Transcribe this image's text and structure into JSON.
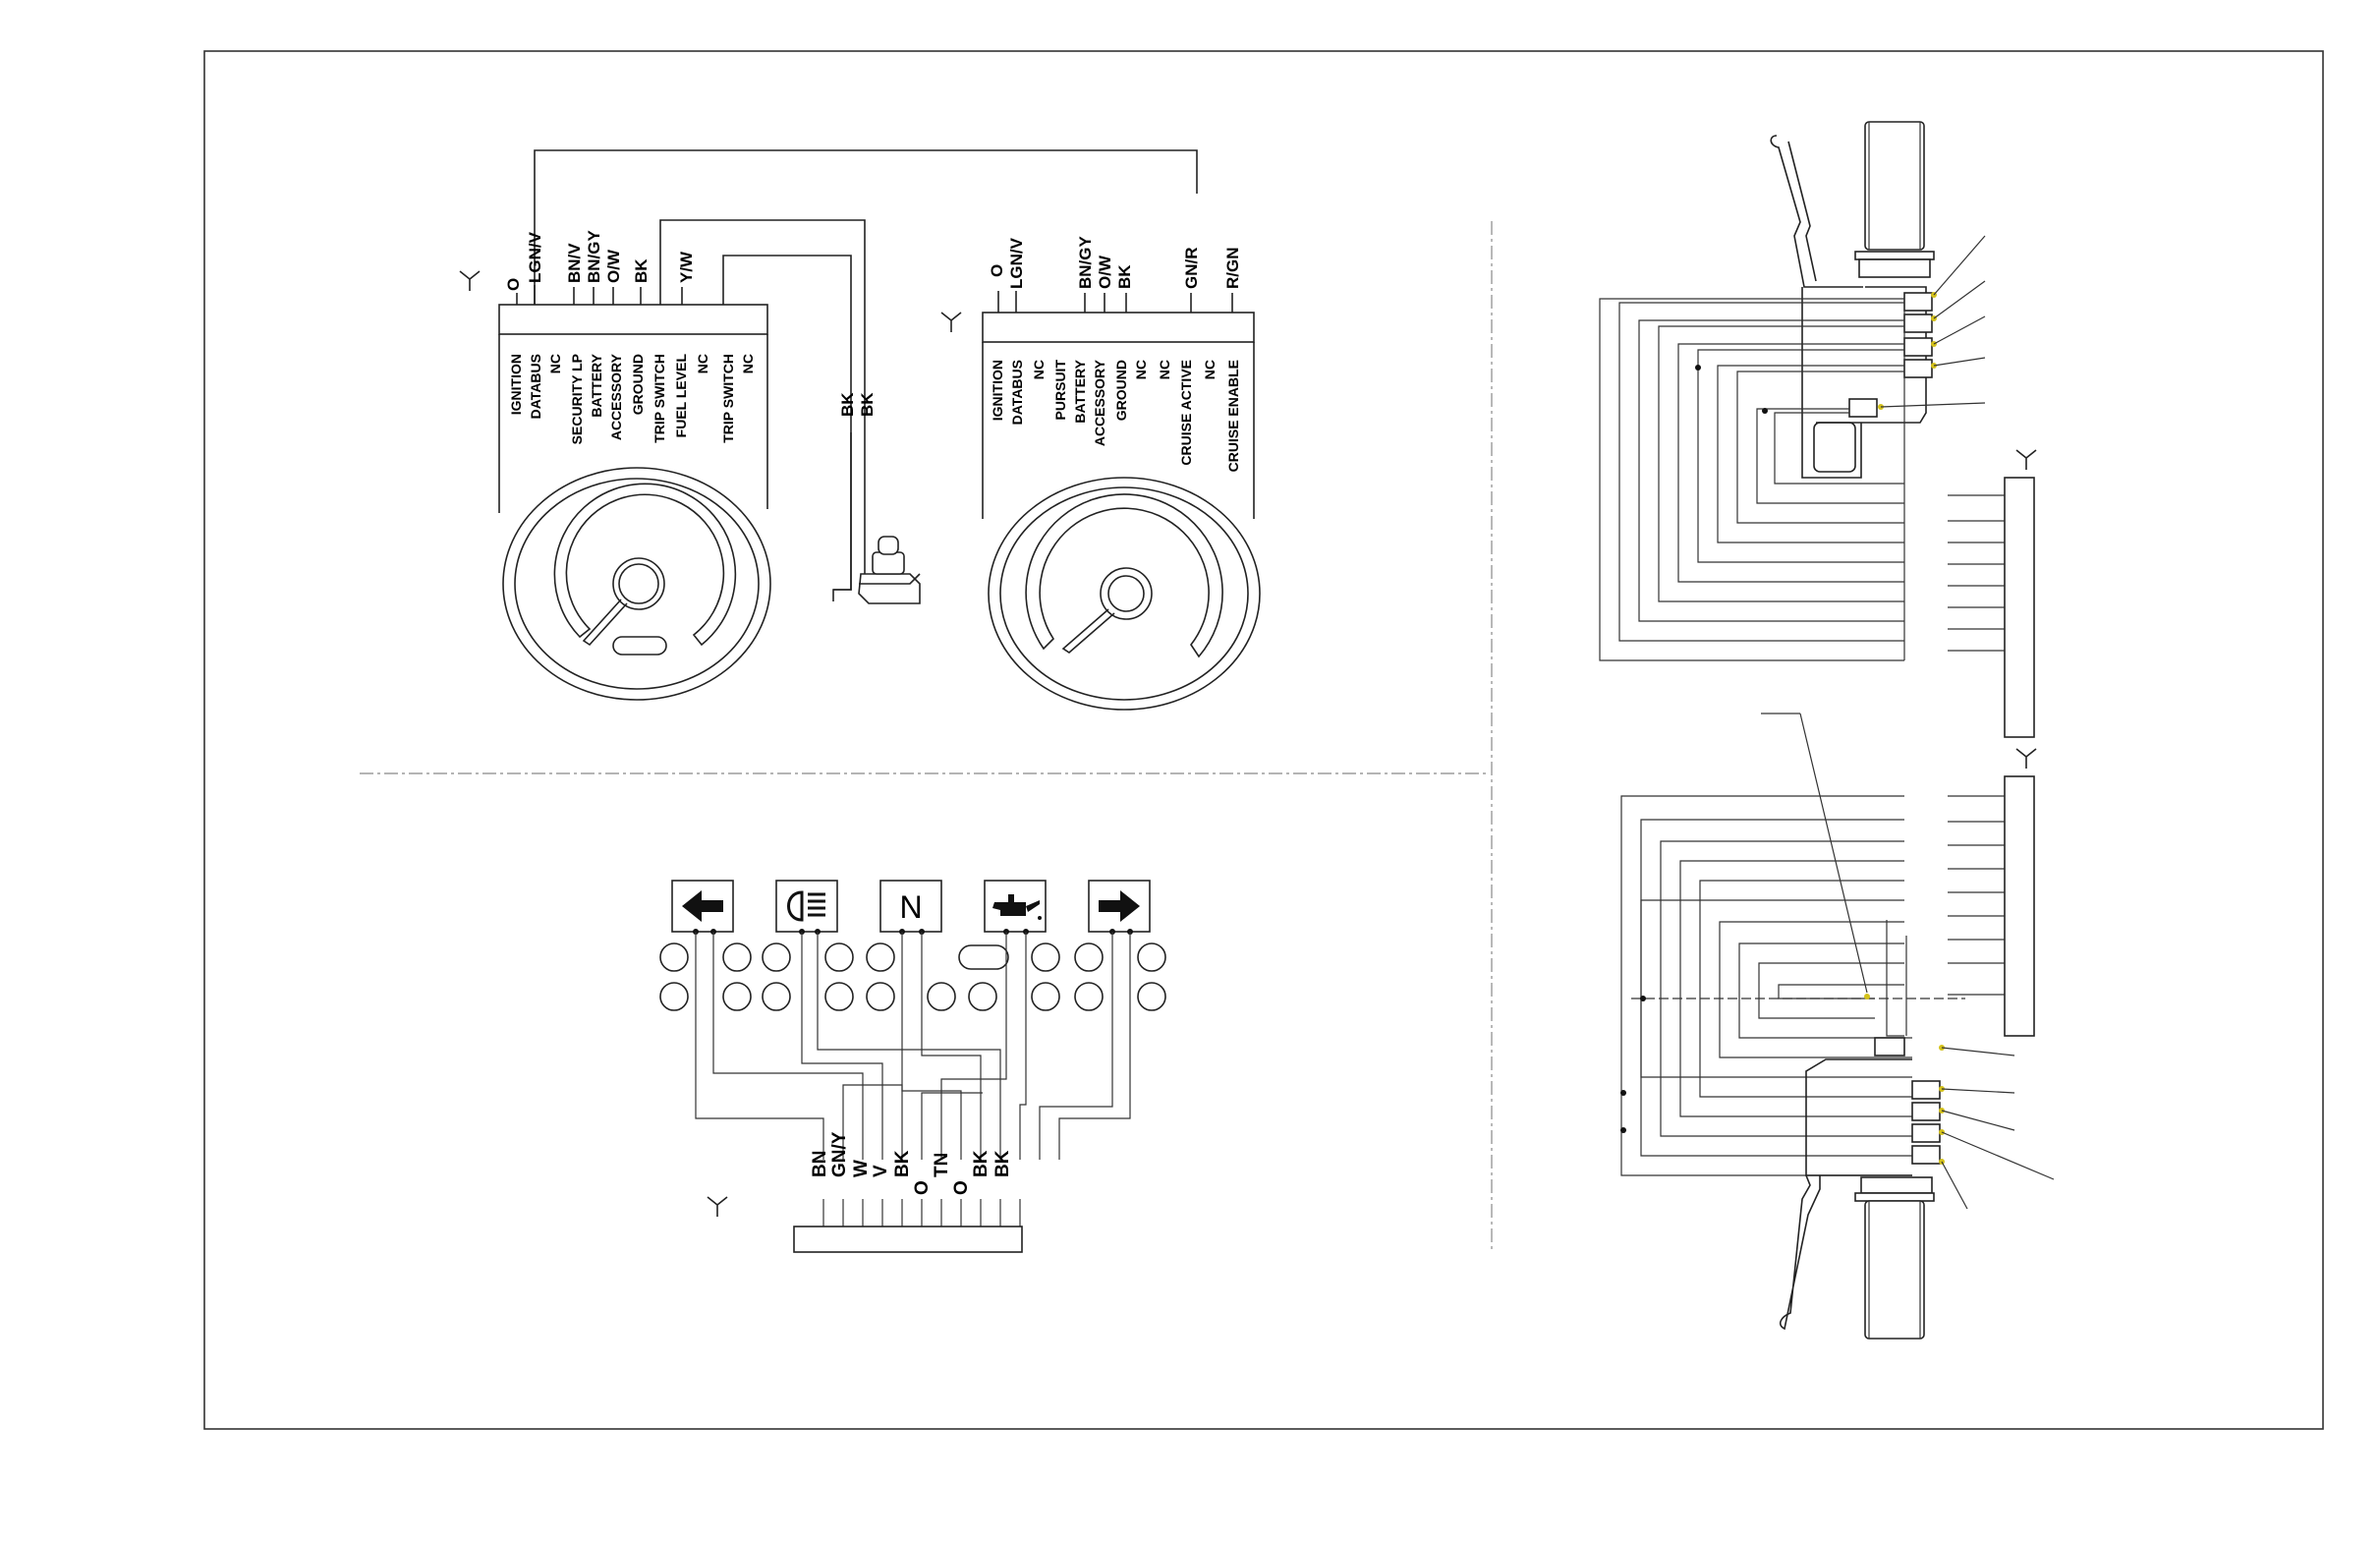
{
  "speedometer": {
    "wire_labels": [
      "O",
      "LGN/V",
      "BN/V",
      "BN/GY",
      "O/W",
      "BK",
      "Y/W"
    ],
    "pin_labels": [
      "IGNITION",
      "DATABUS",
      "NC",
      "SECURITY LP",
      "BATTERY",
      "ACCESSORY",
      "GROUND",
      "TRIP SWITCH",
      "FUEL LEVEL",
      "NC",
      "TRIP SWITCH",
      "NC"
    ]
  },
  "tachometer": {
    "wire_labels": [
      "O",
      "LGN/V",
      "BN/GY",
      "O/W",
      "BK",
      "GN/R",
      "R/GN"
    ],
    "pin_labels": [
      "IGNITION",
      "DATABUS",
      "NC",
      "PURSUIT",
      "BATTERY",
      "ACCESSORY",
      "GROUND",
      "NC",
      "NC",
      "CRUISE ACTIVE",
      "NC",
      "CRUISE ENABLE"
    ]
  },
  "trip_switch": {
    "wire_labels": [
      "BK",
      "BK"
    ]
  },
  "indicator_lamps": {
    "lamps": [
      {
        "name": "left-turn",
        "icon": "arrow-left-icon"
      },
      {
        "name": "high-beam",
        "icon": "high-beam-icon"
      },
      {
        "name": "neutral",
        "icon": "neutral-icon",
        "glyph": "N"
      },
      {
        "name": "oil-pressure",
        "icon": "oil-can-icon"
      },
      {
        "name": "right-turn",
        "icon": "arrow-right-icon"
      }
    ],
    "wire_labels": [
      "BN",
      "GN/Y",
      "W",
      "V",
      "BK",
      "O",
      "TN",
      "O",
      "BK",
      "BK"
    ]
  },
  "colors": {
    "line": "#222222",
    "terminal_highlight": "#d4c21a",
    "background": "#ffffff"
  }
}
